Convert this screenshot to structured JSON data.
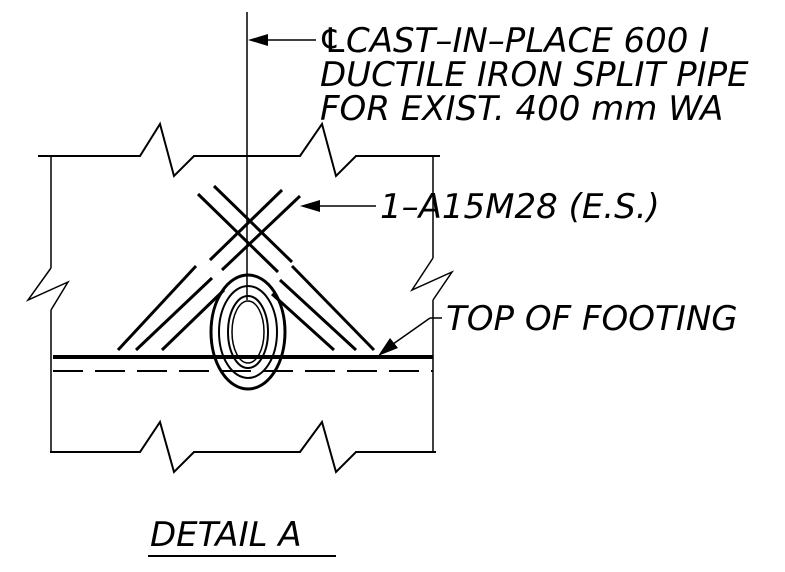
{
  "detail_title": "DETAIL A",
  "callouts": {
    "centerline_symbol": "℄",
    "centerline_line1": "CAST–IN–PLACE 600 I",
    "centerline_line2": "DUCTILE IRON SPLIT PIPE",
    "centerline_line3": "FOR EXIST. 400 mm WA",
    "rebar": "1–A15M28 (E.S.)",
    "footing": "TOP OF FOOTING"
  },
  "colors": {
    "ink": "#000000",
    "paper": "#ffffff"
  }
}
